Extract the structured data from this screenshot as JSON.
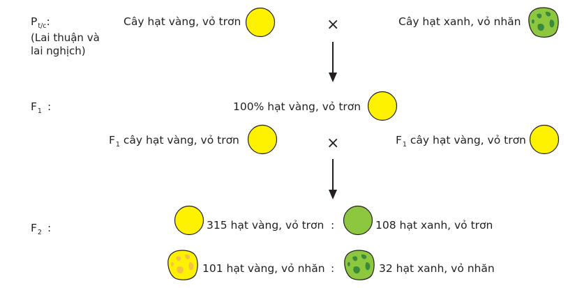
{
  "generations": {
    "p_letter": "P",
    "p_sub": "t/c",
    "p_colon": ":",
    "p_note_line1": "(Lai thuận và",
    "p_note_line2": "lai nghịch)",
    "f1_letter": "F",
    "f1_sub": "1",
    "f1_colon": ":",
    "f2_letter": "F",
    "f2_sub": "2",
    "f2_colon": ":"
  },
  "cross_symbol": "×",
  "parents": {
    "left_label": "Cây hạt vàng, vỏ trơn",
    "right_label": "Cây hạt xanh, vỏ nhăn"
  },
  "f1": {
    "result_label": "100% hạt vàng, vỏ trơn",
    "cross_prefix": "F",
    "cross_sub": "1",
    "left_label": " cây hạt vàng, vỏ trơn",
    "right_label": " cây hạt vàng, vỏ trơn"
  },
  "f2": {
    "yellow_smooth": "315 hạt vàng, vỏ trơn",
    "green_smooth": "108 hạt xanh, vỏ trơn",
    "yellow_wrinkled": "101 hạt vàng, vỏ nhăn",
    "green_wrinkled": "32 hạt xanh, vỏ nhăn",
    "ratio_separator": ":"
  },
  "colors": {
    "yellow": "#fff200",
    "green": "#8dc63f",
    "dark_green": "#3a8a3a",
    "wrinkled_yellow_spots": "#f5c242",
    "outline": "#231f20"
  }
}
